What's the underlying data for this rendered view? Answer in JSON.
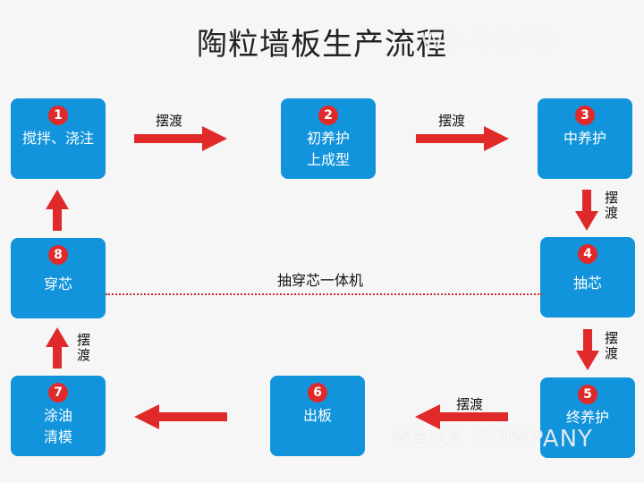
{
  "title": "陶粒墙板生产流程",
  "watermark_top": "WS PHOTO",
  "watermark_bottom": "MANA COMPANY",
  "colors": {
    "box": "#1294dc",
    "badge": "#e02a2a",
    "arrow": "#e02a2a"
  },
  "steps": [
    {
      "num": "1",
      "label": "搅拌、浇注"
    },
    {
      "num": "2",
      "label": "初养护\n上成型"
    },
    {
      "num": "3",
      "label": "中养护"
    },
    {
      "num": "4",
      "label": "抽芯"
    },
    {
      "num": "5",
      "label": "终养护"
    },
    {
      "num": "6",
      "label": "出板"
    },
    {
      "num": "7",
      "label": "涂油\n清模"
    },
    {
      "num": "8",
      "label": "穿芯"
    }
  ],
  "transfer_label": "摆渡",
  "machine_label": "抽穿芯一体机"
}
